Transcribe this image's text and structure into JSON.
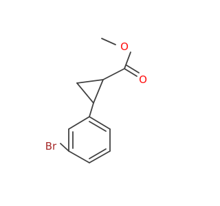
{
  "molecule": {
    "atoms": {
      "o_ether": {
        "label": "O",
        "color": "#ff0d0d"
      },
      "o_carbonyl": {
        "label": "O",
        "color": "#ff0d0d"
      },
      "br": {
        "label": "Br",
        "color": "#a62929"
      }
    },
    "bond_color": "#404040"
  }
}
